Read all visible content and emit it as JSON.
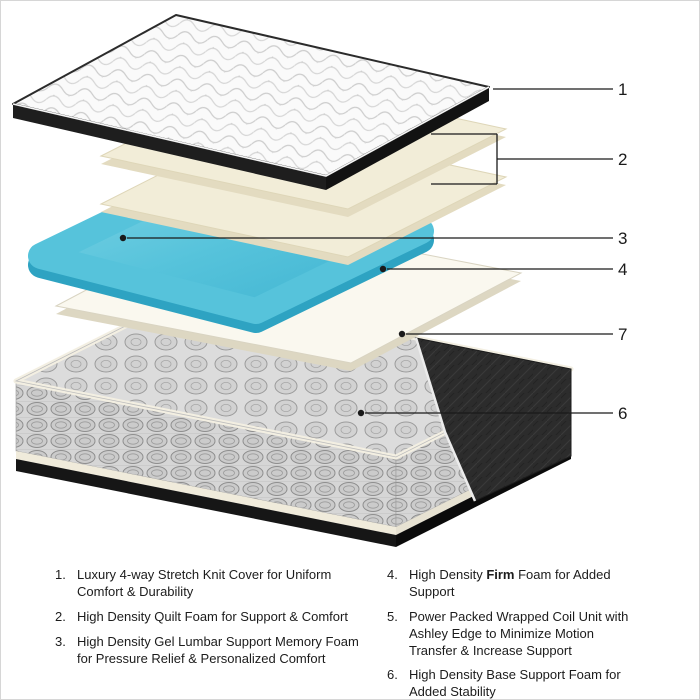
{
  "diagram": {
    "callouts": {
      "n1": "1",
      "n2": "2",
      "n3": "3",
      "n4": "4",
      "n7": "7",
      "n6": "6"
    },
    "colors": {
      "gel_blue": "#56c3db",
      "foam_cream": "#f2edd8",
      "foam_white": "#faf8ef",
      "coil_gray": "#cfcfcf",
      "wrap_charcoal": "#2c2c2c",
      "edge_black": "#1e1e1e",
      "callout_line": "#1a1a1a"
    }
  },
  "legend": {
    "left": [
      {
        "num": "1.",
        "text": "Luxury 4-way Stretch Knit Cover for Uniform Comfort & Durability"
      },
      {
        "num": "2.",
        "text": "High Density Quilt Foam for Support & Comfort"
      },
      {
        "num": "3.",
        "text": "High Density Gel Lumbar Support Memory Foam for Pressure Relief & Personalized Comfort"
      }
    ],
    "right": [
      {
        "num": "4.",
        "pre": "High Density ",
        "bold": "Firm",
        "post": " Foam for Added Support"
      },
      {
        "num": "5.",
        "text": "Power Packed Wrapped Coil Unit with Ashley Edge to Minimize Motion Transfer & Increase Support"
      },
      {
        "num": "6.",
        "text": "High Density Base Support Foam for Added Stability"
      }
    ]
  }
}
